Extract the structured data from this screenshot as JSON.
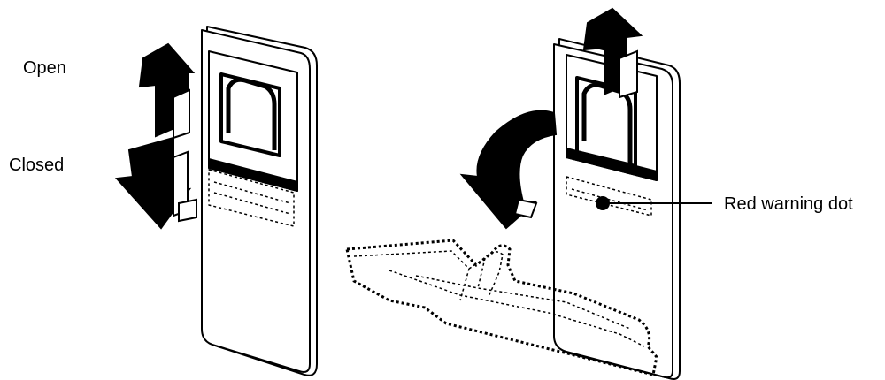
{
  "labels": {
    "open": "Open",
    "closed": "Closed",
    "red_warning_dot": "Red warning dot"
  },
  "colors": {
    "line": "#000000",
    "fill": "#ffffff",
    "arrow": "#000000"
  },
  "icons": [
    "up-arrow-icon",
    "down-arrow-icon",
    "curved-down-arrow-icon",
    "up-arrow-icon"
  ]
}
